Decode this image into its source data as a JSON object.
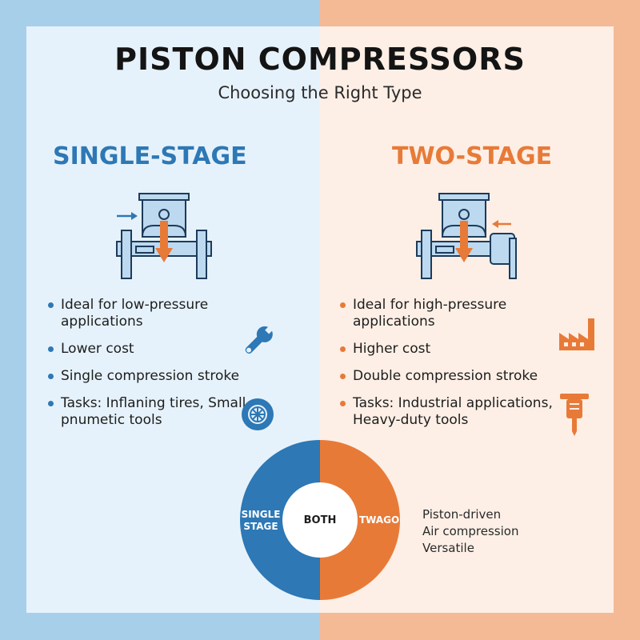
{
  "title": "PISTON COMPRESSORS",
  "subtitle": "Choosing the Right Type",
  "colors": {
    "single": "#2d78b5",
    "two": "#e87a38",
    "single_bg": "#e6f2fb",
    "two_bg": "#fdefe6"
  },
  "single_stage": {
    "heading": "SINGLE-STAGE",
    "points": [
      "Ideal for low-pressure applications",
      "Lower cost",
      "Single compression stroke",
      "Tasks: Inflaning tires, Small pnumetic tools"
    ],
    "icons": [
      "piston-diagram-icon",
      "wrench-icon",
      "tire-icon"
    ]
  },
  "two_stage": {
    "heading": "TWO-STAGE",
    "points": [
      "Ideal for high-pressure applications",
      "Higher cost",
      "Double compression stroke",
      "Tasks: Industrial applications, Heavy-duty tools"
    ],
    "icons": [
      "piston-diagram-icon",
      "factory-icon",
      "jackhammer-icon"
    ]
  },
  "venn": {
    "left_label": "SINGLE STAGE",
    "center_label": "BOTH",
    "right_label": "TWAGO",
    "notes": [
      "Piston-driven",
      "Air compression",
      "Versatile"
    ]
  }
}
